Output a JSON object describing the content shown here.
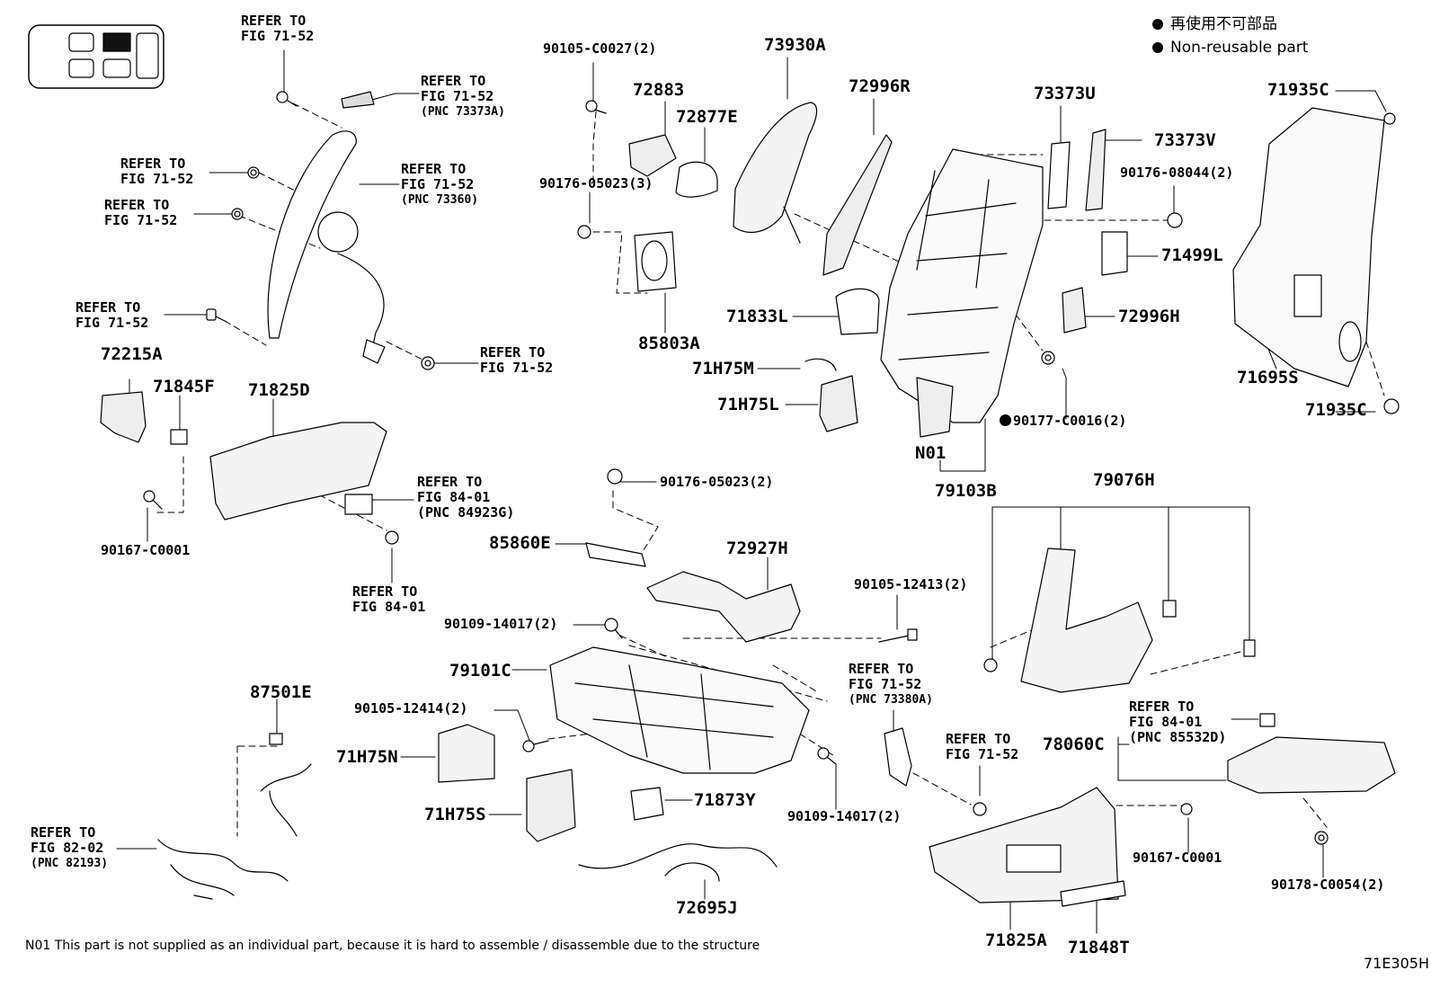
{
  "legend": {
    "line1": "再使用不可部品",
    "line2": "Non-reusable part"
  },
  "footnote": "N01 This part is not supplied as an individual part, because it is hard to assemble / disassemble due to the structure",
  "figure_id": "71E305H",
  "part_numbers": {
    "p73930A": "73930A",
    "p72996R": "72996R",
    "p73373U": "73373U",
    "p73373V": "73373V",
    "p71935C_top": "71935C",
    "p71935C_bottom": "71935C",
    "p72883": "72883",
    "p72877E": "72877E",
    "p85803A": "85803A",
    "p71833L": "71833L",
    "p71H75M": "71H75M",
    "p71H75L": "71H75L",
    "p71499L": "71499L",
    "p72996H": "72996H",
    "p71695S": "71695S",
    "p72215A": "72215A",
    "p71845F": "71845F",
    "p71825D": "71825D",
    "pN01": "N01",
    "p79103B": "79103B",
    "p79076H": "79076H",
    "p85860E": "85860E",
    "p72927H": "72927H",
    "p79101C": "79101C",
    "p87501E": "87501E",
    "p71H75N": "71H75N",
    "p71H75S": "71H75S",
    "p71873Y": "71873Y",
    "p72695J": "72695J",
    "p78060C": "78060C",
    "p71825A": "71825A",
    "p71848T": "71848T"
  },
  "fasteners": {
    "f90105_C0027": "90105-C0027(2)",
    "f90176_05023_3": "90176-05023(3)",
    "f90176_08044": "90176-08044(2)",
    "f90177_C0016": "90177-C0016(2)",
    "f90167_C0001_left": "90167-C0001",
    "f90176_05023_2": "90176-05023(2)",
    "f90105_12413": "90105-12413(2)",
    "f90109_14017_top": "90109-14017(2)",
    "f90105_12414": "90105-12414(2)",
    "f90109_14017_bottom": "90109-14017(2)",
    "f90167_C0001_right": "90167-C0001",
    "f90178_C0054": "90178-C0054(2)"
  },
  "references": {
    "r1": [
      "REFER TO",
      "FIG 71-52"
    ],
    "r2": [
      "REFER TO",
      "FIG 71-52",
      "(PNC 73373A)"
    ],
    "r3": [
      "REFER TO",
      "FIG 71-52"
    ],
    "r4": [
      "REFER TO",
      "FIG 71-52",
      "(PNC 73360)"
    ],
    "r5": [
      "REFER TO",
      "FIG 71-52"
    ],
    "r6": [
      "REFER TO",
      "FIG 71-52"
    ],
    "r7": [
      "REFER TO",
      "FIG 71-52"
    ],
    "r8": [
      "REFER TO",
      "FIG 84-01",
      "(PNC 84923G)"
    ],
    "r9": [
      "REFER TO",
      "FIG 84-01"
    ],
    "r10": [
      "REFER TO",
      "FIG 71-52",
      "(PNC 73380A)"
    ],
    "r11": [
      "REFER TO",
      "FIG 71-52"
    ],
    "r12": [
      "REFER TO",
      "FIG 84-01",
      "(PNC 85532D)"
    ],
    "r13": [
      "REFER TO",
      "FIG 82-02",
      "(PNC 82193)"
    ]
  },
  "colors": {
    "ink": "#000000",
    "paper": "#ffffff",
    "part_fill": "#ececec"
  }
}
